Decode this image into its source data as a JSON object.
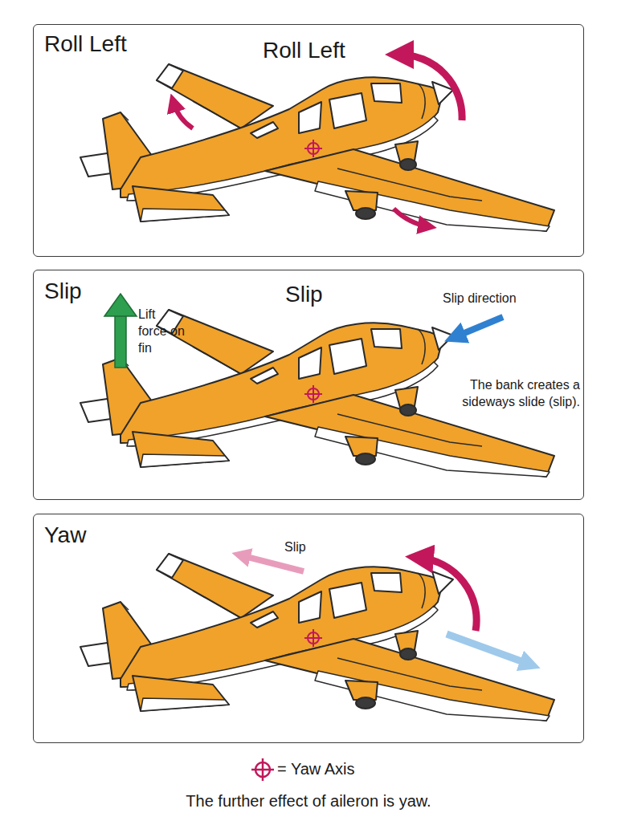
{
  "diagram": {
    "caption": "The further effect of aileron is yaw.",
    "nodes": [
      {
        "text": [
          "Roll Left",
          "Roll Left"
        ]
      },
      {
        "text": [
          "Slip",
          "Slip"
        ]
      },
      {
        "text": [
          "Yaw"
        ]
      }
    ],
    "labels": [
      "Lift force on fin",
      "Slip direction",
      "The bank creates a sideways slide (slip).",
      "Slip"
    ],
    "legend": [
      {
        "text": "= Yaw Axis"
      }
    ]
  }
}
